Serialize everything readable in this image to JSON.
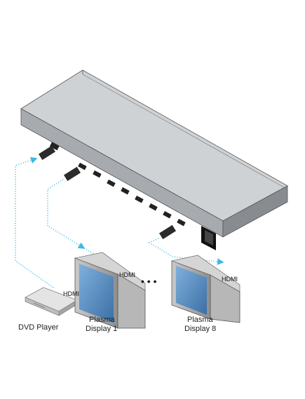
{
  "labels": {
    "dvd_player": "DVD Player",
    "plasma_1_line1": "Plasma",
    "plasma_1_line2": "Display 1",
    "plasma_8_line1": "Plasma",
    "plasma_8_line2": "Display 8",
    "hdmi": "HDMI",
    "ellipsis": "•  •  •"
  },
  "colors": {
    "cable": "#3fb6e6",
    "chassis_top": "#cdd0d3",
    "chassis_front": "#a9adb1",
    "screen": "#4f86c0"
  },
  "icons": {
    "device": "hdmi-distributor-unit",
    "source": "dvd-player-icon",
    "display": "plasma-display-icon"
  }
}
